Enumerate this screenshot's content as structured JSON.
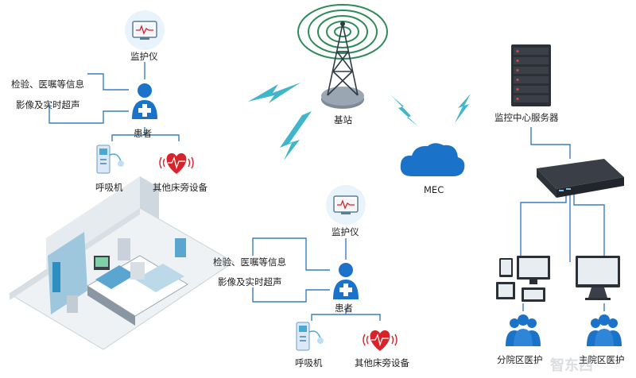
{
  "top_group": {
    "monitor_label": "监护仪",
    "info_line1": "检验、医嘱等信息",
    "info_line2": "影像及实时超声",
    "patient_label": "患者",
    "ventilator_label": "呼吸机",
    "bedside_label": "其他床旁设备"
  },
  "bottom_group": {
    "monitor_label": "监护仪",
    "info_line1": "检验、医嘱等信息",
    "info_line2": "影像及实时超声",
    "patient_label": "患者",
    "ventilator_label": "呼吸机",
    "bedside_label": "其他床旁设备"
  },
  "network": {
    "base_station_label": "基站",
    "mec_label": "MEC",
    "server_label": "监控中心服务器",
    "branch_label": "分院区医护",
    "main_label": "主院区医护"
  },
  "watermark": "智东西",
  "colors": {
    "accent_blue": "#1a73c8",
    "line_blue": "#3a7dc0",
    "heart_red": "#d8232a",
    "signal_teal": "#3fb6c9",
    "signal_green": "#2e8b57"
  }
}
